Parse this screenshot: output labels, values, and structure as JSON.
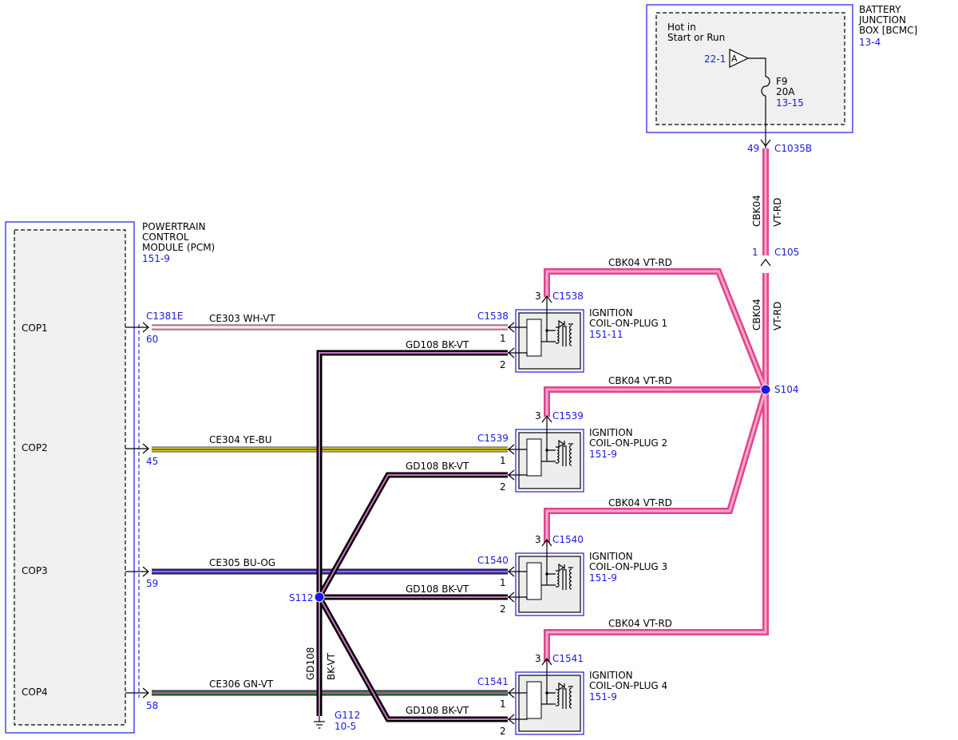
{
  "modules": {
    "bjb": {
      "name1": "BATTERY",
      "name2": "JUNCTION",
      "name3": "BOX [BCMC]",
      "ref": "13-4",
      "hot1": "Hot in",
      "hot2": "Start or Run",
      "tag_ref": "22-1",
      "tag": "A",
      "fuse": "F9",
      "fuse_rating": "20A",
      "fuse_ref": "13-15"
    },
    "pcm": {
      "name1": "POWERTRAIN",
      "name2": "CONTROL",
      "name3": "MODULE (PCM)",
      "ref": "151-9",
      "pins": [
        "COP1",
        "COP2",
        "COP3",
        "COP4"
      ]
    }
  },
  "connectors": {
    "c1035b": {
      "pin": "49",
      "name": "C1035B"
    },
    "c105": {
      "pin": "1",
      "name": "C105"
    },
    "c1381e": {
      "name": "C1381E",
      "pins": [
        "60",
        "45",
        "59",
        "58"
      ]
    }
  },
  "splices": {
    "s104": "S104",
    "s112": "S112"
  },
  "ground": {
    "name": "G112",
    "ref": "10-5"
  },
  "power_wire": {
    "circuit": "CBK04",
    "color": "VT-RD"
  },
  "ground_wire": {
    "circuit": "GD108",
    "color": "BK-VT"
  },
  "coils": [
    {
      "name1": "IGNITION",
      "name2": "COIL-ON-PLUG 1",
      "ref": "151-11",
      "conn": "C1538",
      "pwr_conn": "C1538",
      "pwr_pin": "3",
      "pin1": "1",
      "pin2": "2",
      "signal": "CE303  WH-VT",
      "colors": [
        "#f4b8d6",
        "#ffffff"
      ]
    },
    {
      "name1": "IGNITION",
      "name2": "COIL-ON-PLUG 2",
      "ref": "151-9",
      "conn": "C1539",
      "pwr_conn": "C1539",
      "pwr_pin": "3",
      "pin1": "1",
      "pin2": "2",
      "signal": "CE304  YE-BU",
      "colors": [
        "#e8d800",
        "#3a3ad6"
      ]
    },
    {
      "name1": "IGNITION",
      "name2": "COIL-ON-PLUG 3",
      "ref": "151-9",
      "conn": "C1540",
      "pwr_conn": "C1540",
      "pwr_pin": "3",
      "pin1": "1",
      "pin2": "2",
      "signal": "CE305  BU-OG",
      "colors": [
        "#2a2ad8",
        "#e88a1a"
      ]
    },
    {
      "name1": "IGNITION",
      "name2": "COIL-ON-PLUG 4",
      "ref": "151-9",
      "conn": "C1541",
      "pwr_conn": "C1541",
      "pwr_pin": "3",
      "pin1": "1",
      "pin2": "2",
      "signal": "CE306  GN-VT",
      "colors": [
        "#2e7d2e",
        "#c050c0"
      ]
    }
  ],
  "palette": {
    "vt_rd_outer": "#e0448a",
    "vt_rd_inner": "#f7a8cf",
    "bk_vt_outer": "#000000",
    "bk_vt_inner": "#d070c8",
    "accent": "#1a1ae6"
  }
}
